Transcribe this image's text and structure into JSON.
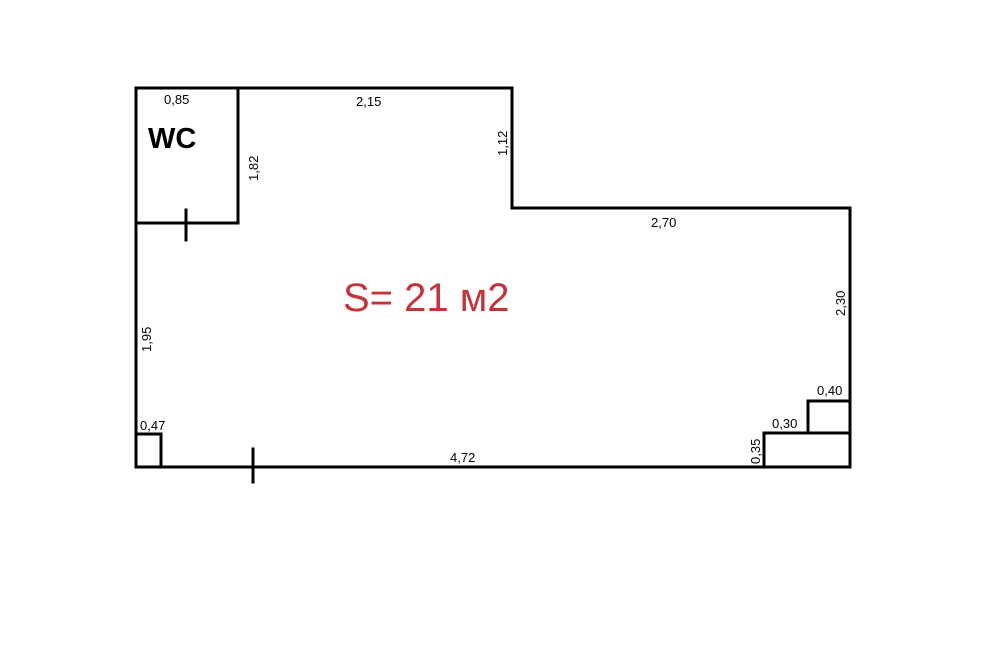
{
  "plan": {
    "area_label": "S= 21 м2",
    "room_label": "WC",
    "area_color": "#c4323a",
    "wall_color": "#000000",
    "dimensions": {
      "wc_width": "0,85",
      "top_wall": "2,15",
      "top_step": "1,12",
      "wc_depth": "1,82",
      "middle_wall": "2,70",
      "right_wall": "2,30",
      "left_wall": "1,95",
      "corner_left": "0,47",
      "bottom_wall": "4,72",
      "notch_upper": "0,40",
      "notch_lower": "0,30",
      "notch_height": "0,35"
    }
  }
}
